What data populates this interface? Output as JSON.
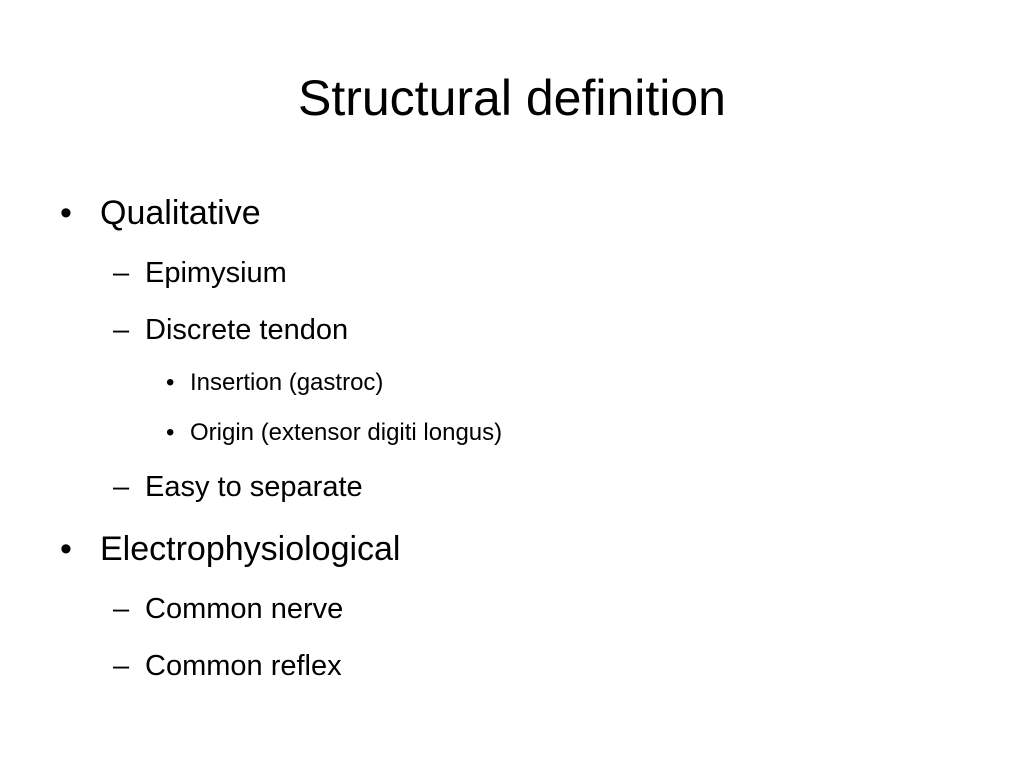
{
  "slide": {
    "title": "Structural definition",
    "items": [
      {
        "level": 1,
        "marker": "•",
        "text": "Qualitative"
      },
      {
        "level": 2,
        "marker": "–",
        "text": "Epimysium"
      },
      {
        "level": 2,
        "marker": "–",
        "text": "Discrete tendon"
      },
      {
        "level": 3,
        "marker": "•",
        "text": "Insertion (gastroc)"
      },
      {
        "level": 3,
        "marker": "•",
        "text": "Origin (extensor digiti longus)"
      },
      {
        "level": 2,
        "marker": "–",
        "text": "Easy to separate"
      },
      {
        "level": 1,
        "marker": "•",
        "text": "Electrophysiological"
      },
      {
        "level": 2,
        "marker": "–",
        "text": "Common nerve"
      },
      {
        "level": 2,
        "marker": "–",
        "text": "Common reflex"
      }
    ]
  }
}
